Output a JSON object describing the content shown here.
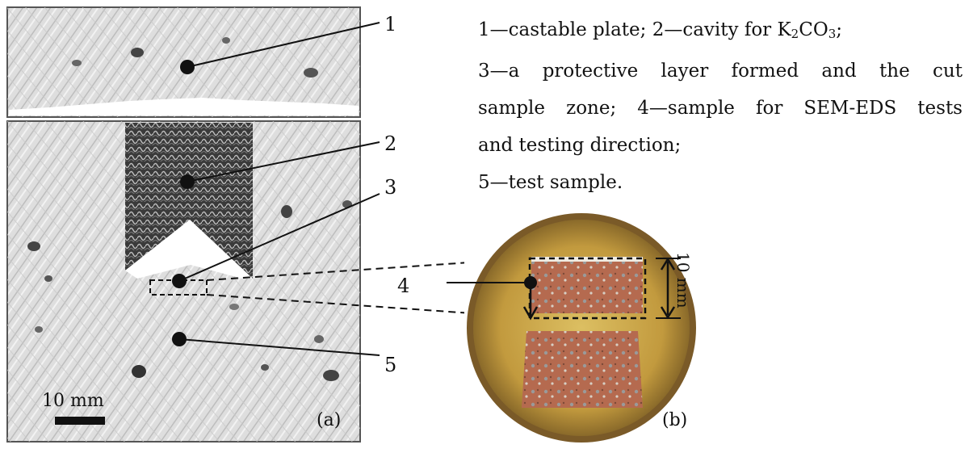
{
  "legend": {
    "l1_a": "1—castable plate; 2—cavity for K",
    "l1_sub1": "2",
    "l1_b": "CO",
    "l1_sub2": "3",
    "l1_c": ";",
    "l2": "3—a protective layer formed and the cut",
    "l3": "sample zone; 4—sample for SEM-EDS tests",
    "l4": "and testing direction;",
    "l5": "5—test sample."
  },
  "panel_a": {
    "callouts": [
      "1",
      "2",
      "3",
      "5"
    ],
    "scale_bar": "10 mm",
    "panel_label": "(a)"
  },
  "panel_b": {
    "callout": "4",
    "dimension": "10 mm",
    "panel_label": "(b)"
  },
  "colors": {
    "line": "#111111",
    "castable": "#dcdcdc",
    "cavity": "#3a3a3a",
    "resin": "#c7a24a",
    "brick": "#b56a4f"
  }
}
